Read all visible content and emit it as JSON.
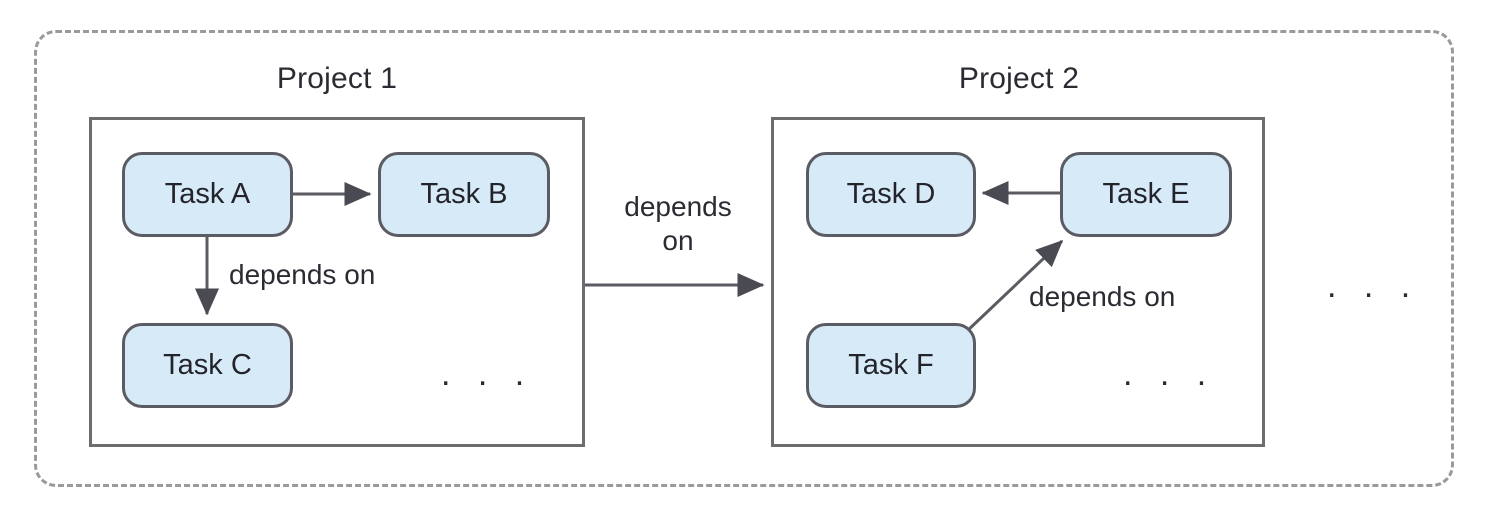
{
  "diagram": {
    "title_hidden": "",
    "boundary": {
      "name": "system-boundary",
      "style": "dashed"
    },
    "projects": [
      {
        "id": "project-1",
        "label": "Project 1"
      },
      {
        "id": "project-2",
        "label": "Project 2"
      }
    ],
    "tasks": [
      {
        "id": "task-a",
        "label": "Task A",
        "project": "project-1"
      },
      {
        "id": "task-b",
        "label": "Task B",
        "project": "project-1"
      },
      {
        "id": "task-c",
        "label": "Task C",
        "project": "project-1"
      },
      {
        "id": "task-d",
        "label": "Task D",
        "project": "project-2"
      },
      {
        "id": "task-e",
        "label": "Task E",
        "project": "project-2"
      },
      {
        "id": "task-f",
        "label": "Task F",
        "project": "project-2"
      }
    ],
    "edges": [
      {
        "id": "edge-a-b",
        "from": "task-a",
        "to": "task-b",
        "label": ""
      },
      {
        "id": "edge-a-c",
        "from": "task-a",
        "to": "task-c",
        "label": "depends on"
      },
      {
        "id": "edge-p1-p2",
        "from": "project-1",
        "to": "project-2",
        "label": "depends\non",
        "label_line1": "depends",
        "label_line2": "on"
      },
      {
        "id": "edge-e-d",
        "from": "task-e",
        "to": "task-d",
        "label": ""
      },
      {
        "id": "edge-f-e",
        "from": "task-f",
        "to": "task-e",
        "label": "depends on"
      }
    ],
    "ellipses": [
      {
        "id": "ellipsis-project-1",
        "label": ". . ."
      },
      {
        "id": "ellipsis-project-2",
        "label": ". . ."
      },
      {
        "id": "ellipsis-more-projects",
        "label": ". . ."
      }
    ],
    "colors": {
      "task_fill": "#d7eaf8",
      "task_stroke": "#5b5b63",
      "project_stroke": "#6d6d6d",
      "boundary_stroke": "#9a9a9a",
      "text": "#2b2b33",
      "edge_stroke": "#5b5b63",
      "background": "#ffffff"
    }
  }
}
